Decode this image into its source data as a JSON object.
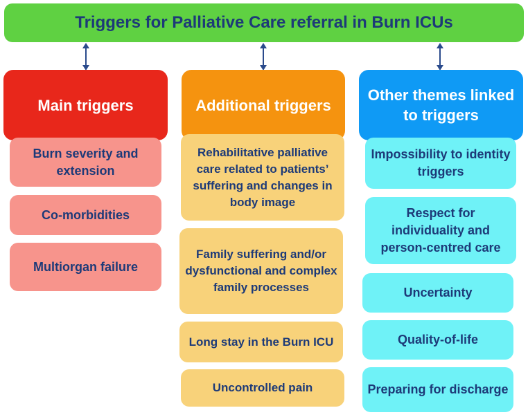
{
  "title": "Triggers for Palliative Care referral in Burn ICUs",
  "colors": {
    "title_bg": "#5fd142",
    "text_dark": "#1d3a78",
    "main_header": "#e8271b",
    "main_box": "#f7948c",
    "additional_header": "#f5930f",
    "additional_box": "#f8d27a",
    "other_header": "#0f9af5",
    "other_box": "#6ff2f7",
    "arrow": "#2a4a8c"
  },
  "columns": {
    "main": {
      "header": "Main triggers",
      "items": [
        "Burn severity and extension",
        "Co-morbidities",
        "Multiorgan failure"
      ]
    },
    "additional": {
      "header": "Additional triggers",
      "items": [
        "Rehabilitative palliative care related to patients’ suffering and changes in body image",
        "Family suffering and/or dysfunctional and complex family processes",
        "Long stay in the Burn ICU",
        "Uncontrolled pain"
      ]
    },
    "other": {
      "header": "Other themes linked to triggers",
      "items": [
        "Impossibility to identity triggers",
        "Respect for individuality and person-centred care",
        "Uncertainty",
        "Quality-of-life",
        "Preparing for discharge"
      ]
    }
  }
}
